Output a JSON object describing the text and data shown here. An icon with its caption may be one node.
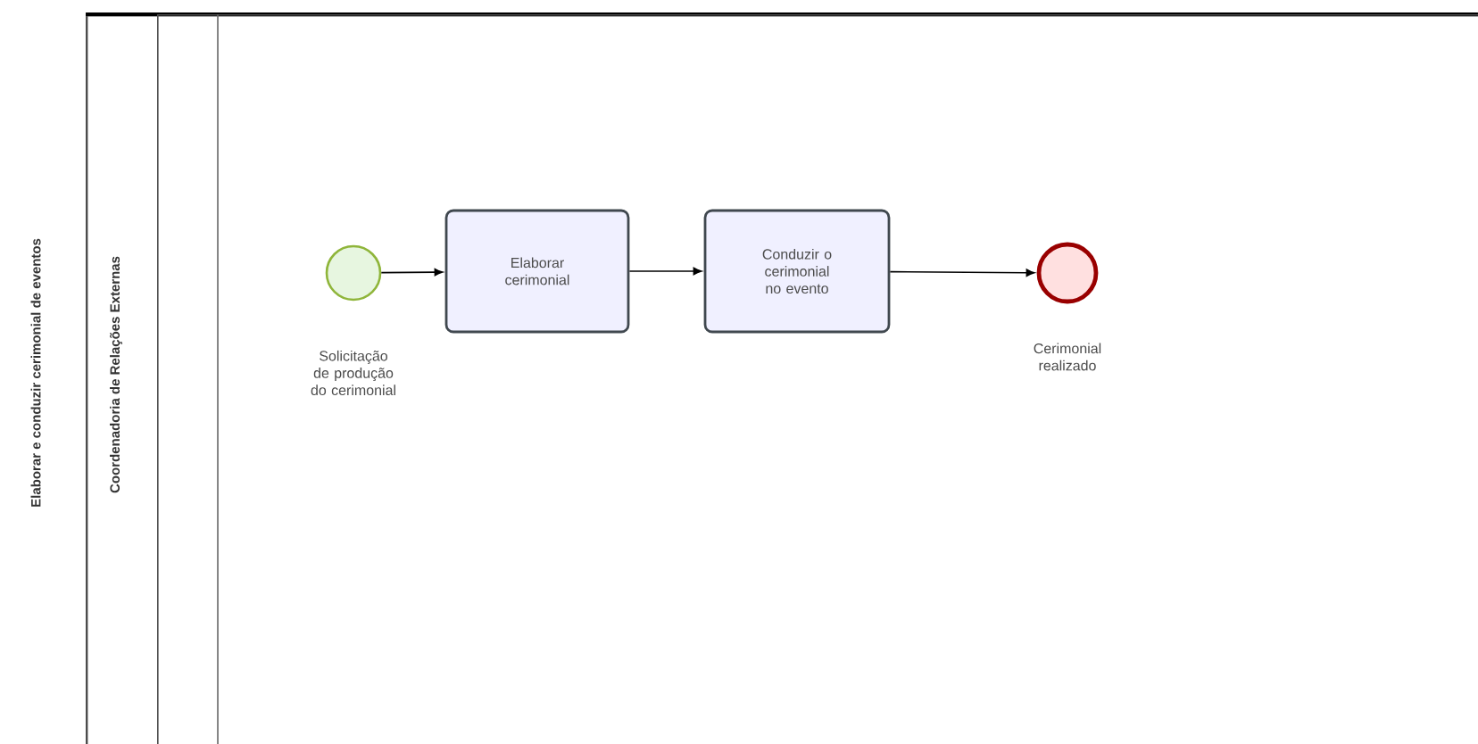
{
  "diagram": {
    "nodes": [
      {
        "text": [
          "Elaborar e conduzir cerimonial de eventos"
        ]
      },
      {
        "text": [
          "Coordenadoria de Relações Externas"
        ],
        "in": 0
      },
      {
        "text": [],
        "shape": "circle",
        "beside": [
          "Solicitação de produção do cerimonial"
        ],
        "in": 1
      },
      {
        "text": [
          "Elaborar cerimonial"
        ],
        "in": 1
      },
      {
        "text": [
          "Conduzir o cerimonial no evento"
        ],
        "in": 1
      },
      {
        "text": [],
        "shape": "circle",
        "beside": [
          "Cerimonial realizado"
        ],
        "in": 1
      }
    ],
    "edges": [
      {
        "from": 2,
        "to": 3,
        "arrow": "to"
      },
      {
        "from": 3,
        "to": 4,
        "arrow": "to"
      },
      {
        "from": 4,
        "to": 5,
        "arrow": "to"
      }
    ]
  }
}
